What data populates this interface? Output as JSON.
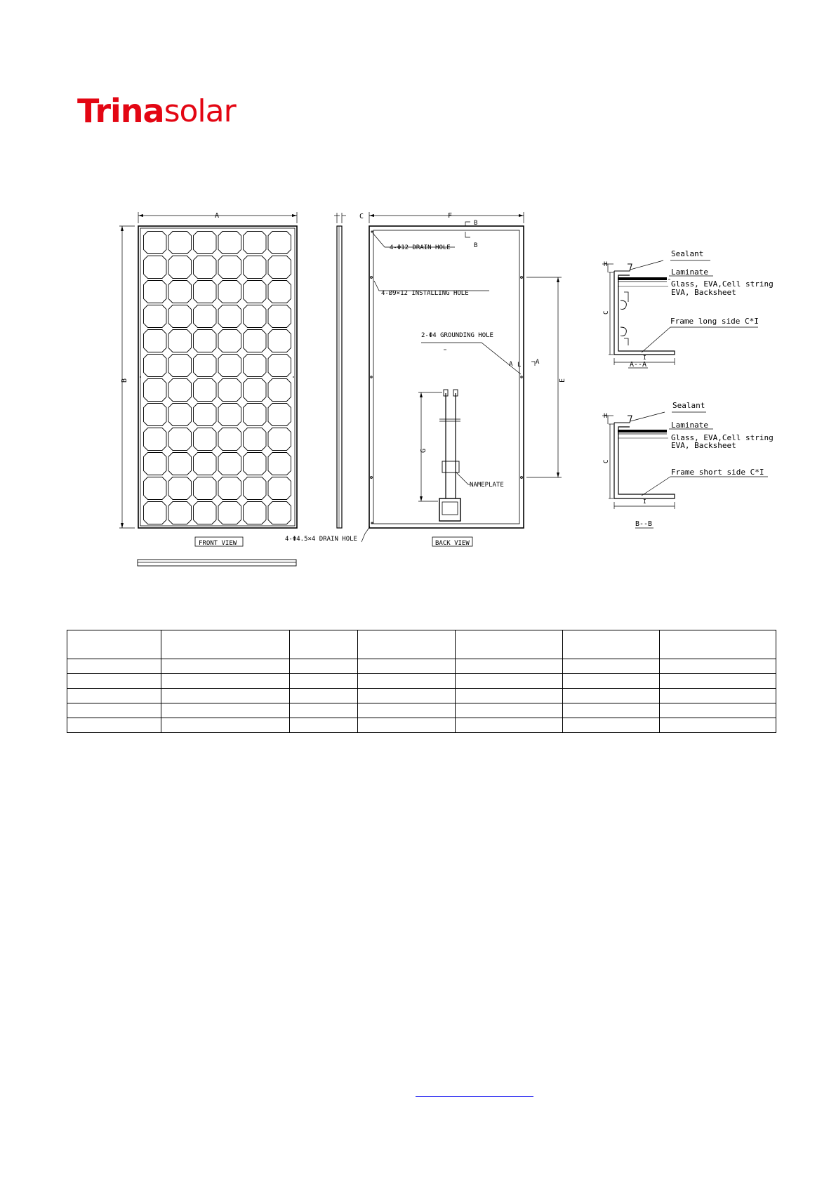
{
  "logo": {
    "part1": "Trina",
    "part2": "solar"
  },
  "drawing": {
    "dims": {
      "A": "A",
      "B": "B",
      "C": "C",
      "E": "E",
      "F": "F",
      "G": "G",
      "H": "H",
      "I": "I"
    },
    "views": {
      "front": "FRONT VIEW",
      "back": "BACK VIEW"
    },
    "holes": {
      "drain12": "4-Φ12 DRAIN HOLE",
      "installing": "4-Ø9×12 INSTALLING HOLE",
      "grounding": "2-Φ4 GROUNDING HOLE",
      "drain_small": "4-Φ4.5×4 DRAIN HOLE"
    },
    "nameplate": "NAMEPLATE",
    "section_marks": {
      "a": "A",
      "l": "L",
      "b": "B"
    },
    "section_a": {
      "sealant": "Sealant",
      "laminate": "Laminate",
      "layers_1": "Glass, EVA,Cell string",
      "layers_2": "EVA, Backsheet",
      "frame": "Frame long side C*I",
      "label": "A--A"
    },
    "section_b": {
      "sealant": "Sealant",
      "laminate": "Laminate",
      "layers_1": "Glass, EVA,Cell string",
      "layers_2": "EVA, Backsheet",
      "frame": "Frame short side C*I",
      "label": "B--B"
    }
  },
  "table": {
    "rows": 6,
    "cols": 7
  }
}
